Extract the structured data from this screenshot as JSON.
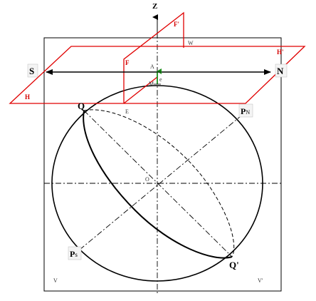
{
  "colors": {
    "plane": "#e00000",
    "ink": "#000000",
    "green": "#1a8f1a"
  },
  "labels": {
    "z": "Z",
    "f_prime": "F'",
    "w": "W",
    "h_prime": "H'",
    "s": "S",
    "n": "N",
    "f": "F",
    "a": "A",
    "m": "M",
    "e_small": "e",
    "h": "H",
    "q": "Q",
    "e": "E",
    "p_n_main": "P",
    "p_n_sub": "N",
    "o": "O",
    "p_s_main": "P",
    "p_s_sub": "s",
    "q_prime": "Q'",
    "v": "V",
    "v_prime": "V'"
  }
}
